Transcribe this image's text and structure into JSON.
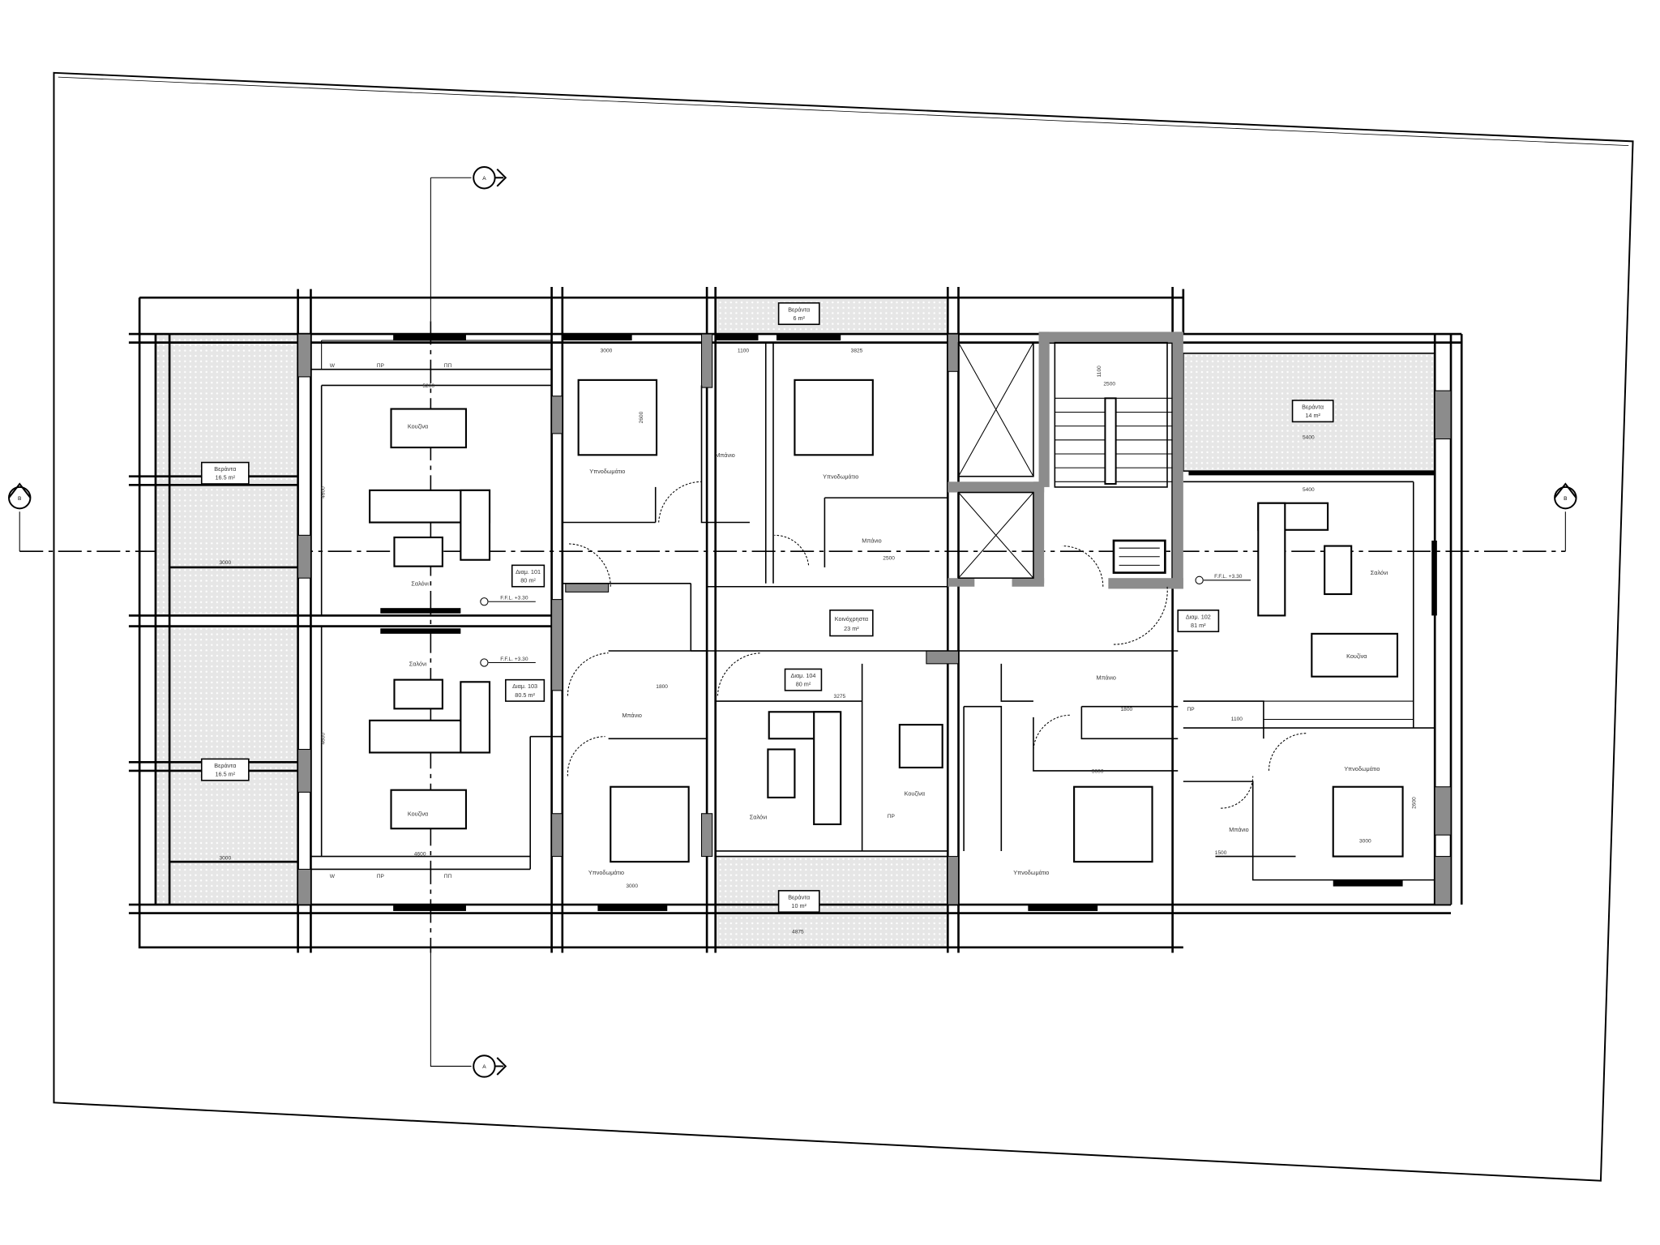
{
  "section_markers": {
    "a": "A",
    "b": "B"
  },
  "verandas": [
    {
      "name": "Βεράντα",
      "area": "16.5 m²"
    },
    {
      "name": "Βεράντα",
      "area": "16.5 m²"
    },
    {
      "name": "Βεράντα",
      "area": "6 m²"
    },
    {
      "name": "Βεράντα",
      "area": "14 m²"
    },
    {
      "name": "Βεράντα",
      "area": "10 m²"
    }
  ],
  "apartments": [
    {
      "id": "Διαμ. 101",
      "area": "80 m²"
    },
    {
      "id": "Διαμ. 102",
      "area": "81 m²"
    },
    {
      "id": "Διαμ. 103",
      "area": "80.5 m²"
    },
    {
      "id": "Διαμ. 104",
      "area": "80 m²"
    }
  ],
  "common": {
    "name": "Κοινόχρηστα",
    "area": "23 m²"
  },
  "rooms": {
    "kitchen": "Κουζίνα",
    "living": "Σαλόνι",
    "bedroom": "Υπνοδωμάτιο",
    "bathroom": "Μπάνιο"
  },
  "level": "F.F.L. +3.30",
  "fixtures": {
    "fridge": "ΠΡ",
    "dishwasher": "ΠΠ",
    "washer": "W"
  },
  "dims": {
    "d3000": "3000",
    "d5200": "5200",
    "d3825": "3825",
    "d2500": "2500",
    "d5400": "5400",
    "d4600": "4600",
    "d4875": "4875",
    "d3275": "3275",
    "d1100": "1100",
    "d1500": "1500",
    "d2600": "2600",
    "d1800": "1800"
  }
}
